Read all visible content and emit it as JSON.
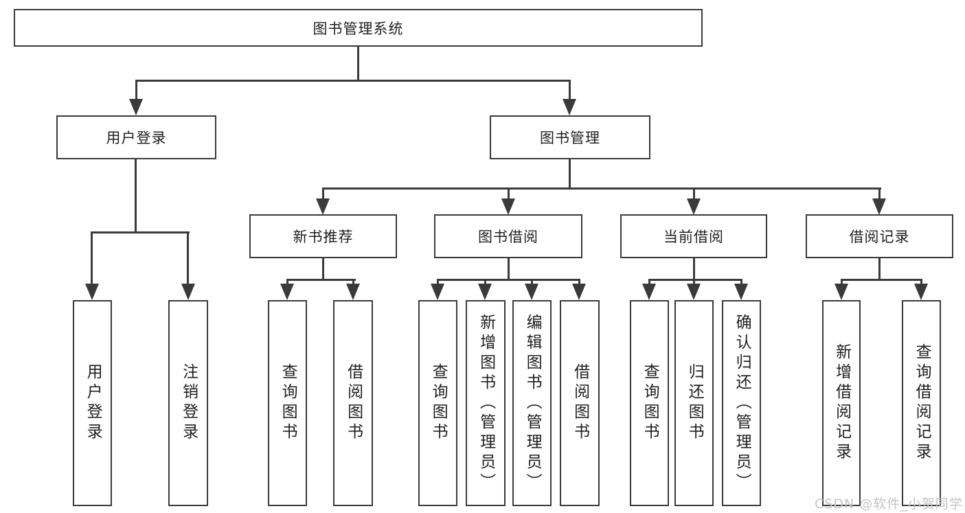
{
  "tree": {
    "root": {
      "label": "图书管理系统"
    },
    "branches": [
      {
        "label": "用户登录",
        "children": [
          {
            "label": "用户登录"
          },
          {
            "label": "注销登录"
          }
        ]
      },
      {
        "label": "图书管理",
        "children": [
          {
            "label": "新书推荐",
            "children": [
              {
                "label": "查询图书"
              },
              {
                "label": "借阅图书"
              }
            ]
          },
          {
            "label": "图书借阅",
            "children": [
              {
                "label": "查询图书"
              },
              {
                "label": "新增图书（管理员）"
              },
              {
                "label": "编辑图书（管理员）"
              },
              {
                "label": "借阅图书"
              }
            ]
          },
          {
            "label": "当前借阅",
            "children": [
              {
                "label": "查询图书"
              },
              {
                "label": "归还图书"
              },
              {
                "label": "确认归还（管理员）"
              }
            ]
          },
          {
            "label": "借阅记录",
            "children": [
              {
                "label": "新增借阅记录"
              },
              {
                "label": "查询借阅记录"
              }
            ]
          }
        ]
      }
    ]
  },
  "watermark": {
    "text": "CSDN @软件_小贺同学"
  },
  "colors": {
    "line": "#3a3a3a",
    "box_border": "#3a3a3a",
    "text": "#1f1f1f",
    "watermark": "#c6c3c3",
    "background": "#ffffff"
  }
}
